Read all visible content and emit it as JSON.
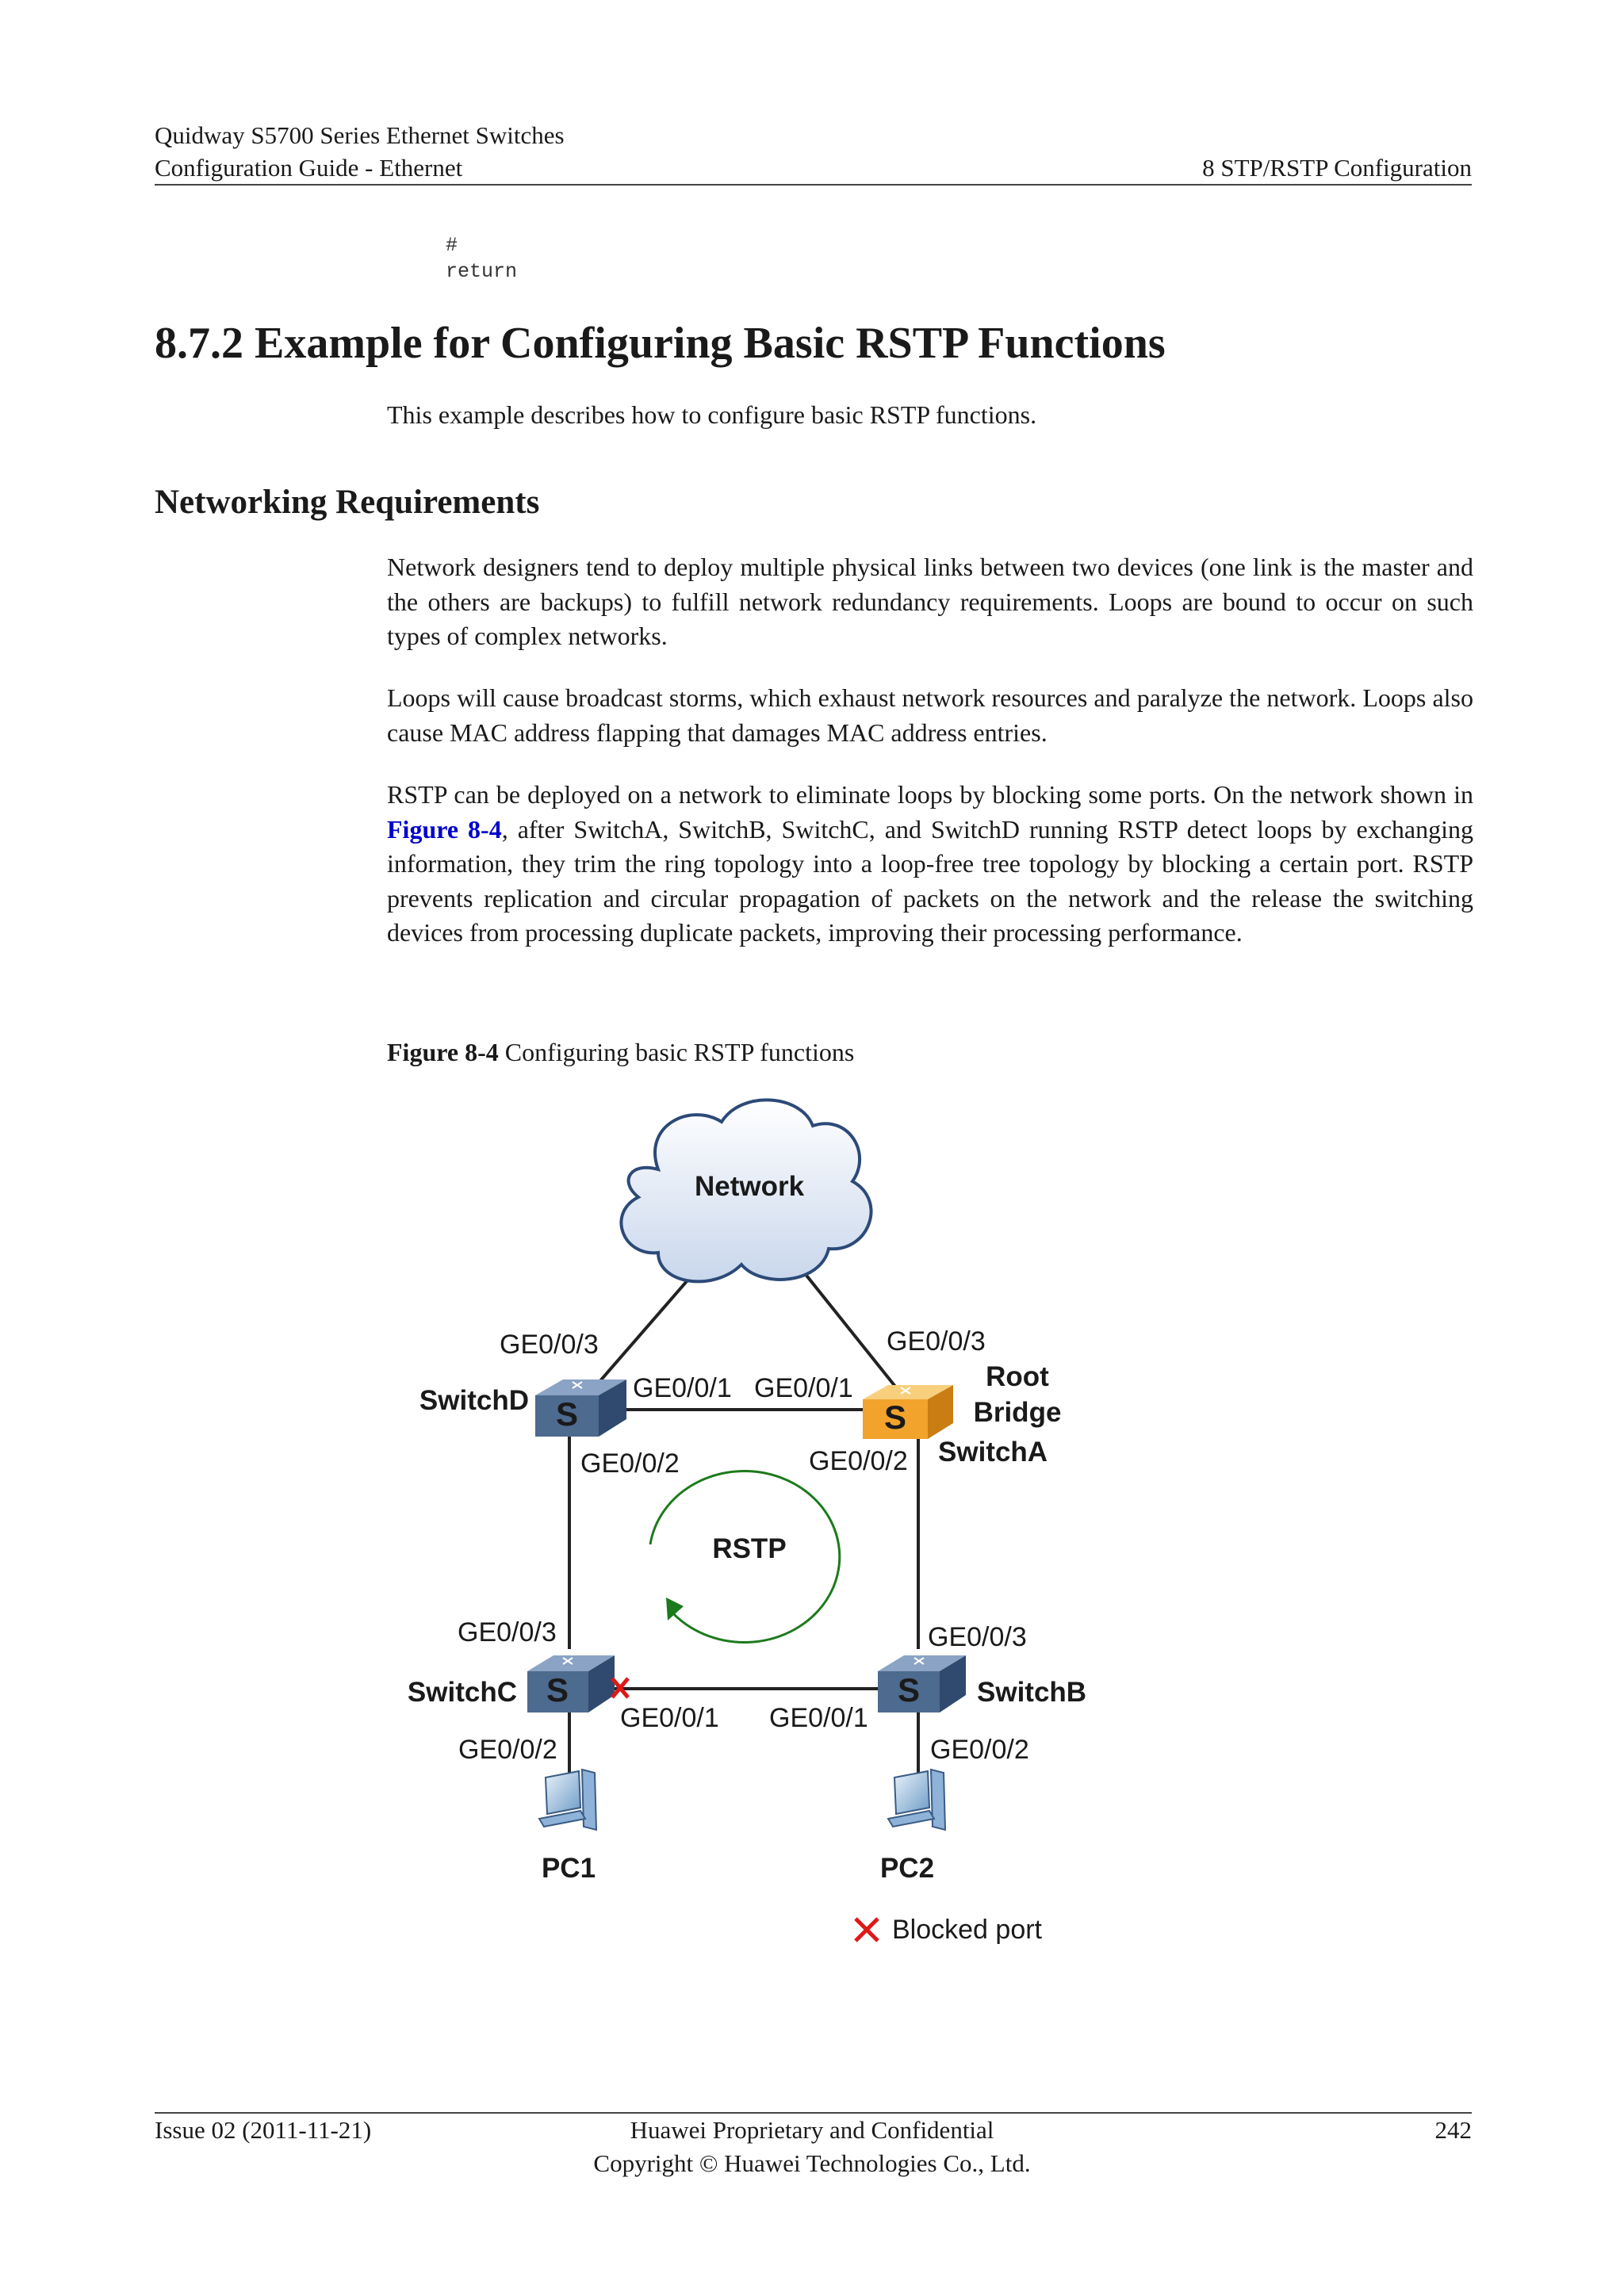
{
  "header": {
    "product": "Quidway S5700 Series Ethernet Switches",
    "guide": "Configuration Guide - Ethernet",
    "chapter": "8 STP/RSTP Configuration"
  },
  "code": {
    "line1": "#",
    "line2": "return"
  },
  "section": {
    "title": "8.7.2 Example for Configuring Basic RSTP Functions",
    "intro": "This example describes how to configure basic RSTP functions."
  },
  "requirements": {
    "heading": "Networking Requirements",
    "p1": "Network designers tend to deploy multiple physical links between two devices (one link is the master and the others are backups) to fulfill network redundancy requirements. Loops are bound to occur on such types of complex networks.",
    "p2": "Loops will cause broadcast storms, which exhaust network resources and paralyze the network. Loops also cause MAC address flapping that damages MAC address entries.",
    "p3_before": "RSTP can be deployed on a network to eliminate loops by blocking some ports. On the network shown in ",
    "p3_link": "Figure 8-4",
    "p3_after": ", after SwitchA, SwitchB, SwitchC, and SwitchD running RSTP detect loops by exchanging information, they trim the ring topology into a loop-free tree topology by blocking a certain port. RSTP prevents replication and circular propagation of packets on the network and the release the switching devices from processing duplicate packets, improving their processing performance."
  },
  "figure": {
    "number": "Figure 8-4",
    "caption": "Configuring basic RSTP functions",
    "network": "Network",
    "switch_icon_letter": "S",
    "switchD": "SwitchD",
    "switchA": "SwitchA",
    "switchB": "SwitchB",
    "switchC": "SwitchC",
    "root1": "Root",
    "root2": "Bridge",
    "rstp": "RSTP",
    "pc1": "PC1",
    "pc2": "PC2",
    "blocked": "Blocked port",
    "d_up": "GE0/0/3",
    "a_up": "GE0/0/3",
    "d_right": "GE0/0/1",
    "a_left": "GE0/0/1",
    "d_down": "GE0/0/2",
    "a_down": "GE0/0/2",
    "c_up": "GE0/0/3",
    "b_up": "GE0/0/3",
    "c_right": "GE0/0/1",
    "b_left": "GE0/0/1",
    "c_down": "GE0/0/2",
    "b_down": "GE0/0/2",
    "colors": {
      "switch_blue": "#4d6a8f",
      "root_orange": "#f2a32b",
      "rstp_green": "#1c7a1c",
      "blocked_red": "#e01818"
    }
  },
  "footer": {
    "issue": "Issue 02 (2011-11-21)",
    "confidential": "Huawei Proprietary and Confidential",
    "copyright": "Copyright © Huawei Technologies Co., Ltd.",
    "page": "242"
  }
}
